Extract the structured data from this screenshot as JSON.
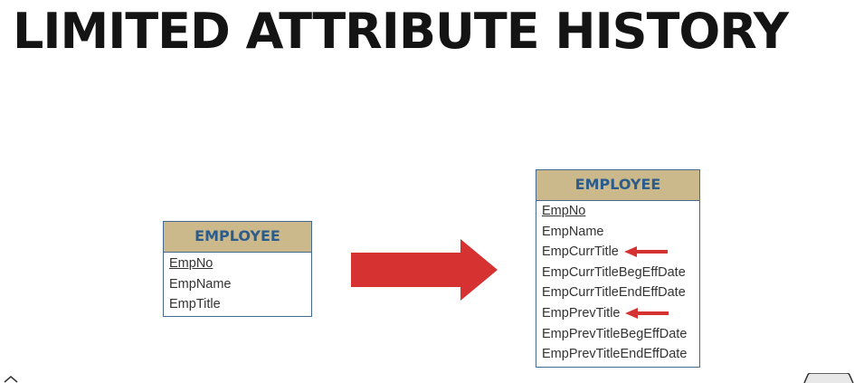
{
  "title": "LIMITED ATTRIBUTE HISTORY",
  "left_entity": {
    "name": "EMPLOYEE",
    "attributes": [
      {
        "label": "EmpNo",
        "primary_key": true
      },
      {
        "label": "EmpName",
        "primary_key": false
      },
      {
        "label": "EmpTitle",
        "primary_key": false
      }
    ]
  },
  "right_entity": {
    "name": "EMPLOYEE",
    "attributes": [
      {
        "label": "EmpNo",
        "primary_key": true,
        "highlighted": false
      },
      {
        "label": "EmpName",
        "primary_key": false,
        "highlighted": false
      },
      {
        "label": "EmpCurrTitle",
        "primary_key": false,
        "highlighted": true
      },
      {
        "label": "EmpCurrTitleBegEffDate",
        "primary_key": false,
        "highlighted": false
      },
      {
        "label": "EmpCurrTitleEndEffDate",
        "primary_key": false,
        "highlighted": false
      },
      {
        "label": "EmpPrevTitle",
        "primary_key": false,
        "highlighted": true
      },
      {
        "label": "EmpPrevTitleBegEffDate",
        "primary_key": false,
        "highlighted": false
      },
      {
        "label": "EmpPrevTitleEndEffDate",
        "primary_key": false,
        "highlighted": false
      }
    ]
  },
  "colors": {
    "header_fill": "#cbb98c",
    "header_text": "#2b5c8c",
    "border": "#45698f",
    "arrow": "#d63232",
    "title_text": "#141414"
  },
  "icons": {
    "transform_arrow": "right-arrow-icon",
    "highlight_arrow": "left-arrow-icon"
  }
}
